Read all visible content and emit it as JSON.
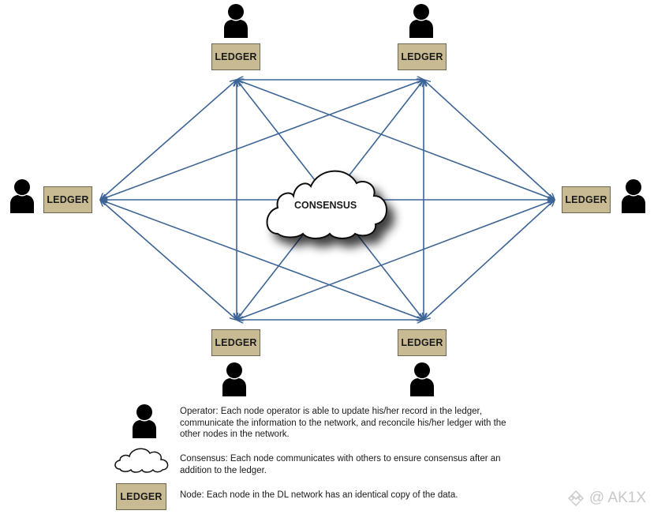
{
  "diagram": {
    "title": "Distributed ledger network",
    "nodes": [
      {
        "id": "top-left",
        "label": "LEDGER"
      },
      {
        "id": "top-right",
        "label": "LEDGER"
      },
      {
        "id": "left",
        "label": "LEDGER"
      },
      {
        "id": "right",
        "label": "LEDGER"
      },
      {
        "id": "bottom-left",
        "label": "LEDGER"
      },
      {
        "id": "bottom-right",
        "label": "LEDGER"
      }
    ],
    "edges": "fully-connected (every node linked to every other node), arrowheads at both ends",
    "center": {
      "label": "CONSENSUS"
    },
    "edge_color": "#3d6496",
    "ledger_color": "#c8bb94"
  },
  "legend": {
    "operator": {
      "icon": "person-icon",
      "lines": [
        "Operator: Each node operator is able to update his/her record in the ledger,",
        "communicate the information to the network, and reconcile his/her ledger with the",
        "other nodes in the network."
      ]
    },
    "consensus": {
      "icon": "cloud-icon",
      "lines": [
        "Consensus: Each node communicates with others to ensure consensus after an",
        "addition to the ledger."
      ]
    },
    "node": {
      "icon_label": "LEDGER",
      "lines": [
        "Node: Each node in the DL network has an identical copy of the data."
      ]
    }
  },
  "watermark": {
    "text": "@ AK1X",
    "icon": "binance-logo-icon"
  }
}
